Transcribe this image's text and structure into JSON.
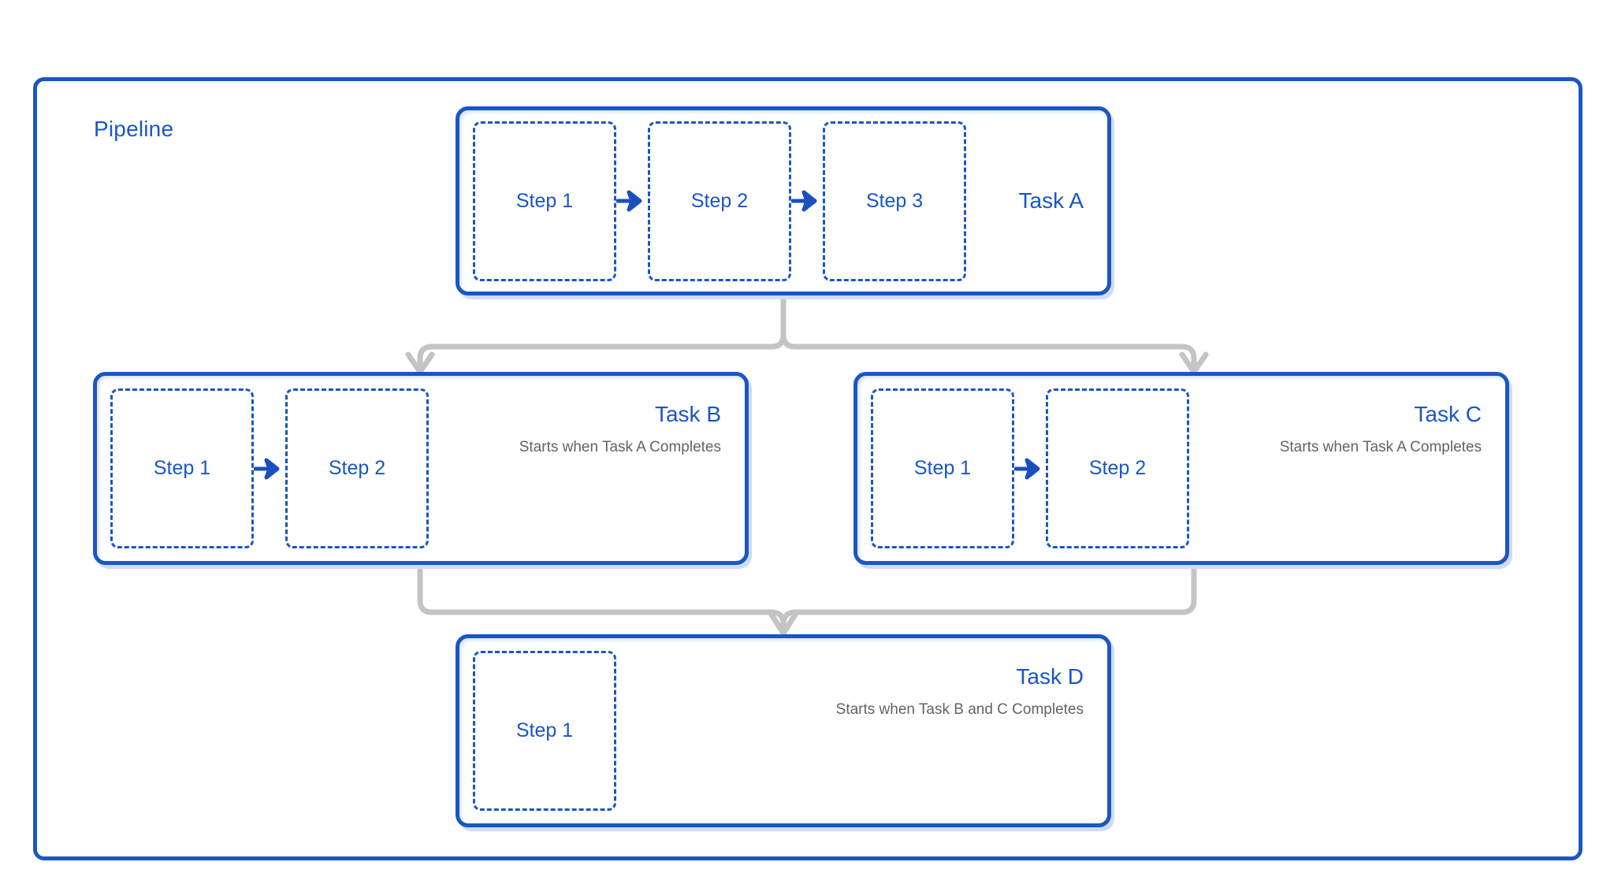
{
  "diagram": {
    "title": "Pipeline",
    "accent_color": "#1a56c4",
    "subtitle_color": "#5f6368",
    "connector_color": "#c4c4c4",
    "background_color": "#ffffff"
  },
  "step_arrow_icon": "arrow-right-icon",
  "tasks": [
    {
      "id": "task-a",
      "name": "Task A",
      "subtitle": "",
      "steps": [
        {
          "label": "Step 1"
        },
        {
          "label": "Step 2"
        },
        {
          "label": "Step 3"
        }
      ]
    },
    {
      "id": "task-b",
      "name": "Task B",
      "subtitle": "Starts when Task A Completes",
      "steps": [
        {
          "label": "Step 1"
        },
        {
          "label": "Step 2"
        }
      ]
    },
    {
      "id": "task-c",
      "name": "Task C",
      "subtitle": "Starts when Task A Completes",
      "steps": [
        {
          "label": "Step 1"
        },
        {
          "label": "Step 2"
        }
      ]
    },
    {
      "id": "task-d",
      "name": "Task D",
      "subtitle": "Starts when Task B and C Completes",
      "steps": [
        {
          "label": "Step 1"
        }
      ]
    }
  ],
  "connections": [
    {
      "from": "Task A",
      "to": "Task B"
    },
    {
      "from": "Task A",
      "to": "Task C"
    },
    {
      "from": "Task B",
      "to": "Task D"
    },
    {
      "from": "Task C",
      "to": "Task D"
    }
  ]
}
